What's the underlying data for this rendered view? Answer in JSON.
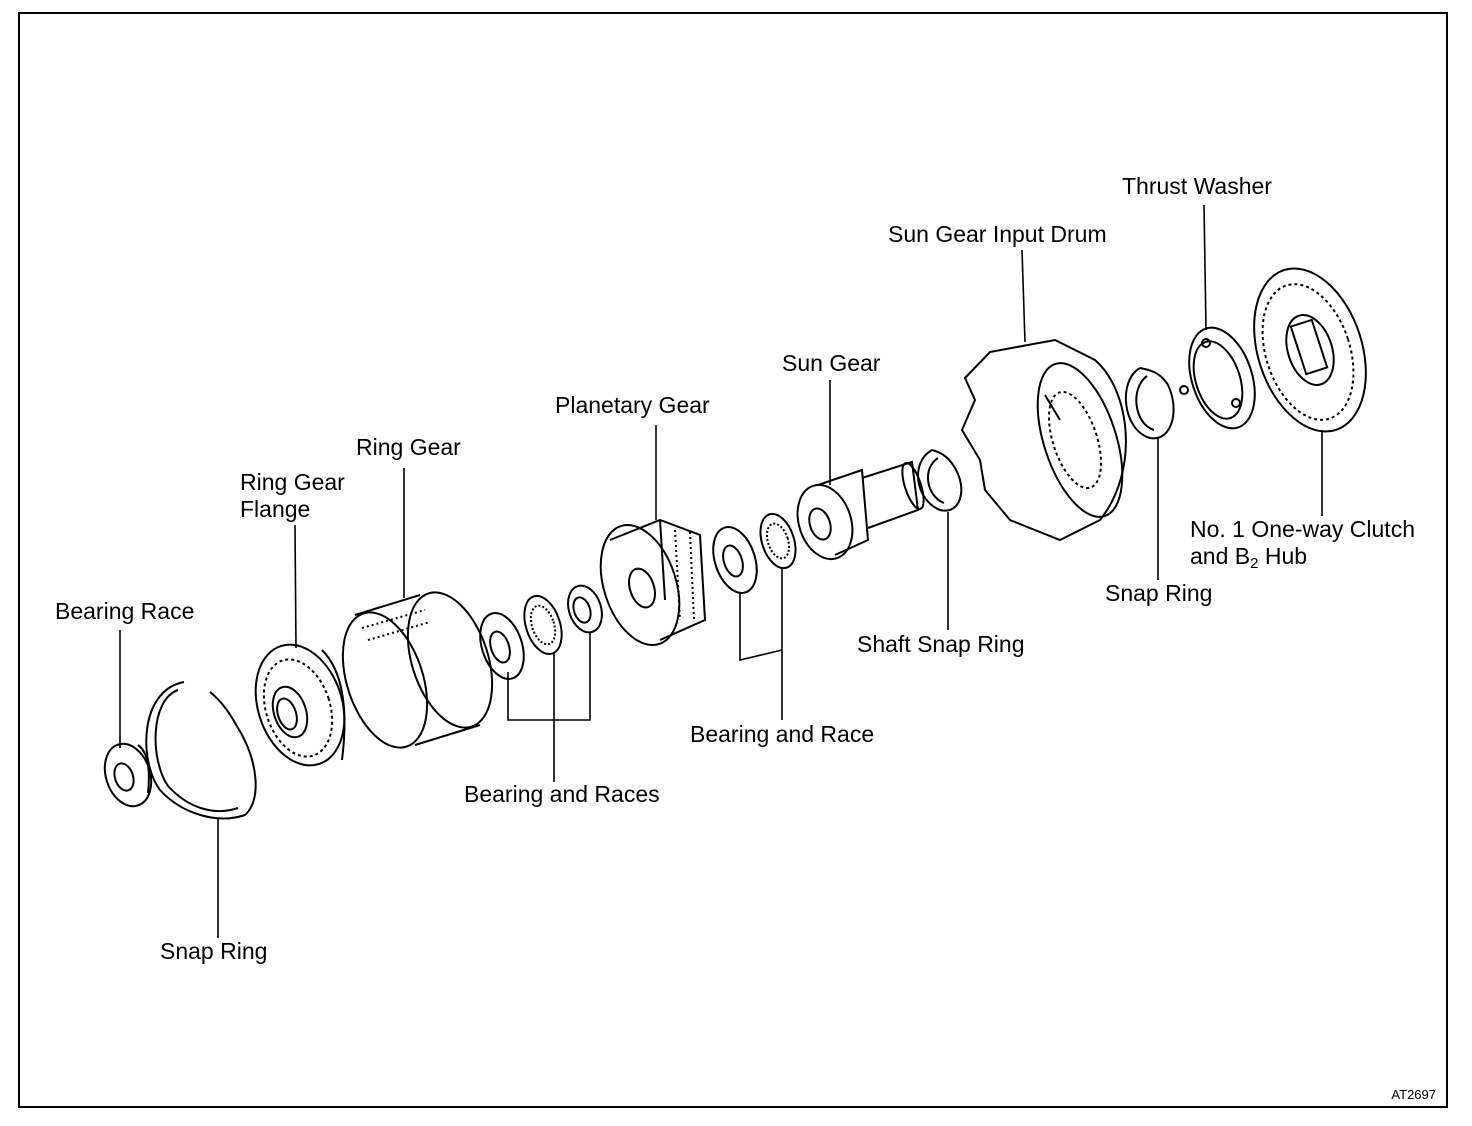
{
  "labels": {
    "thrust_washer": "Thrust Washer",
    "sun_gear_input_drum": "Sun Gear Input Drum",
    "sun_gear": "Sun Gear",
    "planetary_gear": "Planetary Gear",
    "ring_gear": "Ring Gear",
    "ring_gear_flange_1": "Ring Gear",
    "ring_gear_flange_2": "Flange",
    "bearing_race": "Bearing Race",
    "snap_ring_left": "Snap Ring",
    "bearing_and_races": "Bearing and Races",
    "bearing_and_race": "Bearing and Race",
    "shaft_snap_ring": "Shaft Snap Ring",
    "snap_ring_right": "Snap Ring",
    "one_way_clutch_1": "No. 1 One-way Clutch",
    "one_way_clutch_2a": "and B",
    "one_way_clutch_sub": "2",
    "one_way_clutch_2b": " Hub"
  },
  "figure_code": "AT2697"
}
